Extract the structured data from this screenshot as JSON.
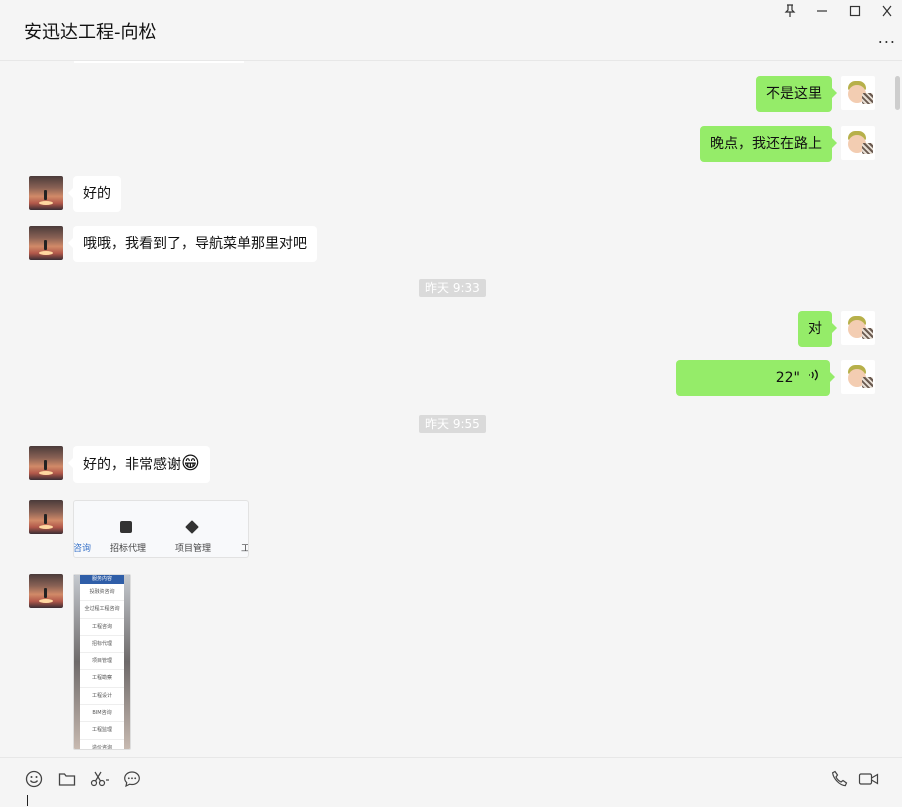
{
  "window": {
    "title": "安迅达工程-向松",
    "controls": [
      "pin-icon",
      "minimize-icon",
      "maximize-icon",
      "close-icon"
    ],
    "more_label": "..."
  },
  "messages": [
    {
      "side": "right",
      "text": "不是这里"
    },
    {
      "side": "right",
      "text": "晚点，我还在路上"
    },
    {
      "side": "left",
      "text": "好的"
    },
    {
      "side": "left",
      "text": "哦哦，我看到了，导航菜单那里对吧"
    },
    {
      "type": "time",
      "text": "昨天 9:33"
    },
    {
      "side": "right",
      "text": "对"
    },
    {
      "side": "right",
      "type": "voice",
      "duration": "22\"",
      "icon": "voice-wave-icon"
    },
    {
      "type": "time",
      "text": "昨天 9:55"
    },
    {
      "side": "left",
      "text": "好的，非常感谢",
      "emoji": "😁"
    },
    {
      "side": "left",
      "type": "image-nav",
      "items": [
        "咨询",
        "招标代理",
        "项目管理",
        "工"
      ]
    },
    {
      "side": "left",
      "type": "image-list",
      "header": "服务内容",
      "items": [
        "投融资咨询",
        "全过程工程咨询",
        "工程咨询",
        "招标代理",
        "项目管理",
        "工程勘察",
        "工程设计",
        "BIM咨询",
        "工程监理",
        "造价咨询"
      ]
    }
  ],
  "toolbar": {
    "left_tools": [
      "emoji-icon",
      "folder-icon",
      "scissors-icon",
      "chat-history-icon"
    ],
    "right_tools": [
      "phone-icon",
      "video-icon"
    ]
  },
  "colors": {
    "sent_bubble": "#95ec69",
    "received_bubble": "#ffffff",
    "background": "#f5f5f5",
    "time_badge": "#dadada"
  }
}
